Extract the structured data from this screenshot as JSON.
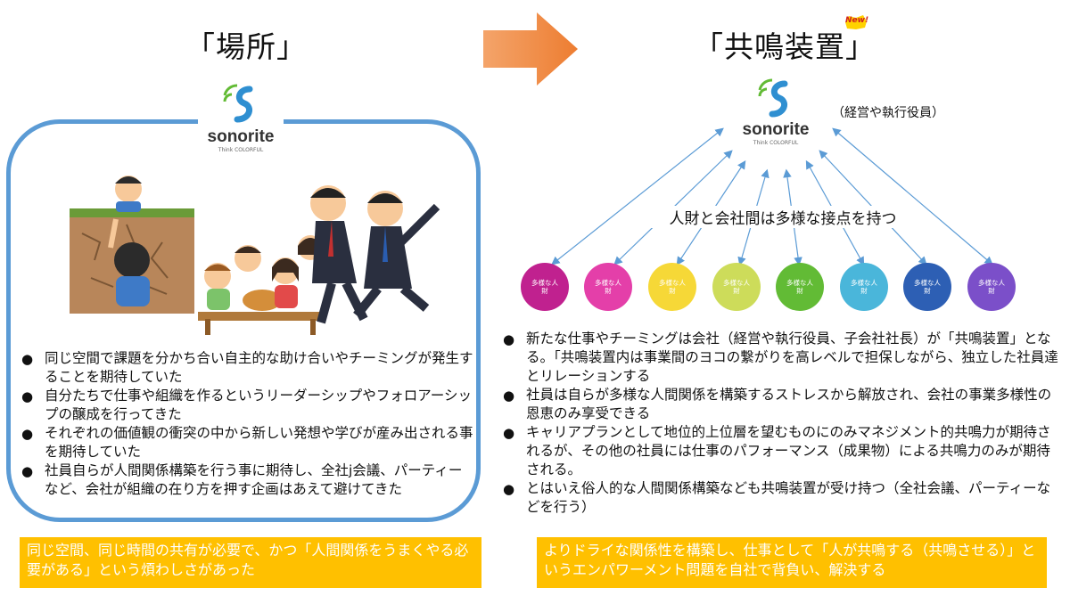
{
  "left": {
    "title": "「場所」",
    "logo": {
      "name": "sonorite",
      "tagline": "Think COLORFUL"
    },
    "bullets": [
      "同じ空間で課題を分かち合い自主的な助け合いやチーミングが発生することを期待していた",
      "自分たちで仕事や組織を作るというリーダーシップやフォロアーシップの醸成を行ってきた",
      "それぞれの価値観の衝突の中から新しい発想や学びが産み出される事を期待していた",
      "社員自らが人間関係構築を行う事に期待し、全社j会議、パーティーなど、会社が組織の在り方を押す企画はあえて避けてきた"
    ],
    "banner": "同じ空間、同じ時間の共有が必要で、かつ「人間関係をうまくやる必要がある」という煩わしさがあった"
  },
  "right": {
    "title": "「共鳴装置」",
    "badge": "New!",
    "logo": {
      "name": "sonorite",
      "tagline": "Think COLORFUL"
    },
    "logo_caption": "（経営や執行役員）",
    "center_label": "人財と会社間は多様な接点を持つ",
    "circle_label": "多様な人財",
    "circle_colors": [
      "#c0218f",
      "#e43fa9",
      "#f6d837",
      "#cddc5a",
      "#62bb35",
      "#4ab6da",
      "#2d5fb4",
      "#7b4fc9"
    ],
    "bullets": [
      "新たな仕事やチーミングは会社（経営や執行役員、子会社社長）が「共鳴装置」となる。「共鳴装置内は事業間のヨコの繋がりを高レベルで担保しながら、独立した社員達とリレーションする",
      "社員は自らが多様な人間関係を構築するストレスから解放され、会社の事業多様性の恩恵のみ享受できる",
      "キャリアプランとして地位的上位層を望むものにのみマネジメント的共鳴力が期待されるが、その他の社員には仕事のパフォーマンス（成果物）による共鳴力のみが期待される。",
      "とはいえ俗人的な人間関係構築なども共鳴装置が受け持つ（全社会議、パーティーなどを行う）"
    ],
    "banner": "よりドライな関係性を構築し、仕事として「人が共鳴する（共鳴させる）」というエンパワーメント問題を自社で背負い、解決する"
  },
  "colors": {
    "frame": "#5b9bd5",
    "banner": "#ffc000",
    "arrow": "#ed7d31",
    "connector": "#5b9bd5"
  }
}
